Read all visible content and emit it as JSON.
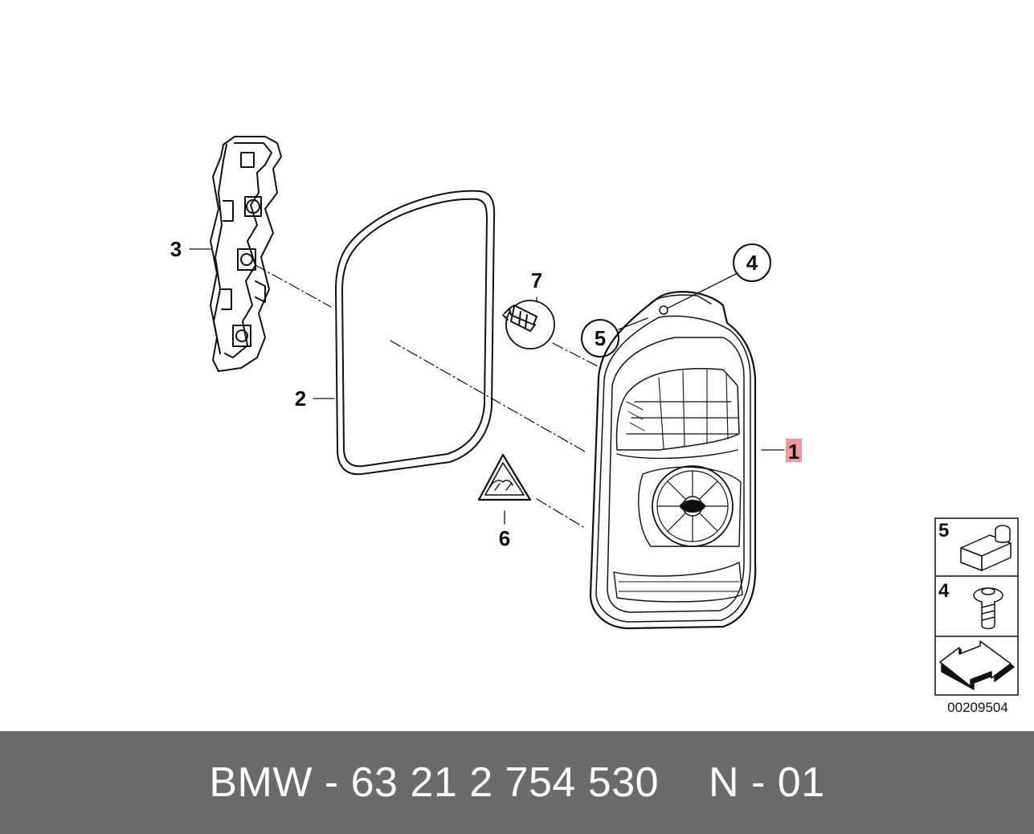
{
  "callouts": {
    "c1": "1",
    "c2": "2",
    "c3": "3",
    "c4": "4",
    "c5": "5",
    "c6": "6",
    "c7": "7"
  },
  "legend": {
    "item5": "5",
    "item4": "4"
  },
  "diagram_ref": "00209504",
  "footer": {
    "part_number": "BMW - 63 21 2 754 530",
    "variant": "N - 01"
  },
  "colors": {
    "footer_bg": "#6b6b6b",
    "highlight": "#f29a9a",
    "line": "#111111"
  }
}
